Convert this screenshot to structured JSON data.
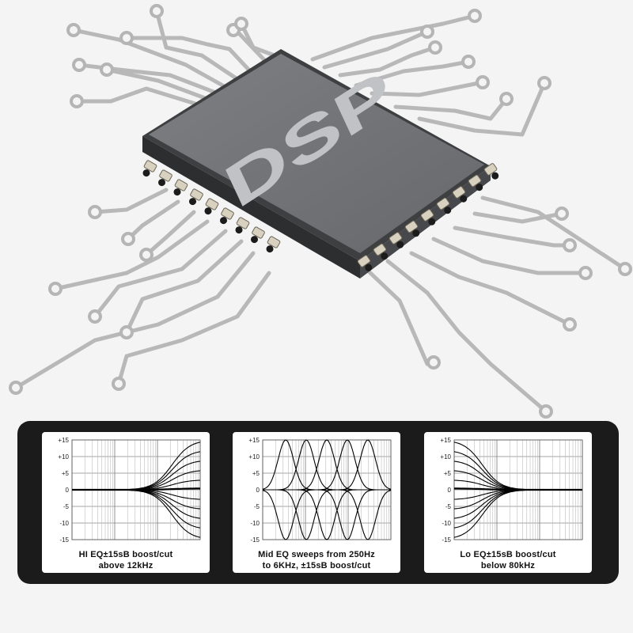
{
  "chip": {
    "label": "DSP",
    "colors": {
      "body": "#5b5c5f",
      "top": "#77797c",
      "text": "#b9bbbe",
      "trace": "#b5b5b5",
      "pin": "#d9d3c2"
    }
  },
  "eq_panels": [
    {
      "id": "hi",
      "caption_line1": "HI EQ±15sB boost/cut",
      "caption_line2": "above 12kHz",
      "y_ticks": [
        "+15",
        "+10",
        "+5",
        "0",
        "-5",
        "-10",
        "-15"
      ]
    },
    {
      "id": "mid",
      "caption_line1": "Mid EQ sweeps from 250Hz",
      "caption_line2": "to 6KHz, ±15sB boost/cut",
      "y_ticks": [
        "+15",
        "+10",
        "+5",
        "0",
        "-5",
        "-10",
        "-15"
      ]
    },
    {
      "id": "lo",
      "caption_line1": "Lo EQ±15sB boost/cut",
      "caption_line2": "below 80kHz",
      "y_ticks": [
        "+15",
        "+10",
        "+5",
        "0",
        "-5",
        "-10",
        "-15"
      ]
    }
  ]
}
